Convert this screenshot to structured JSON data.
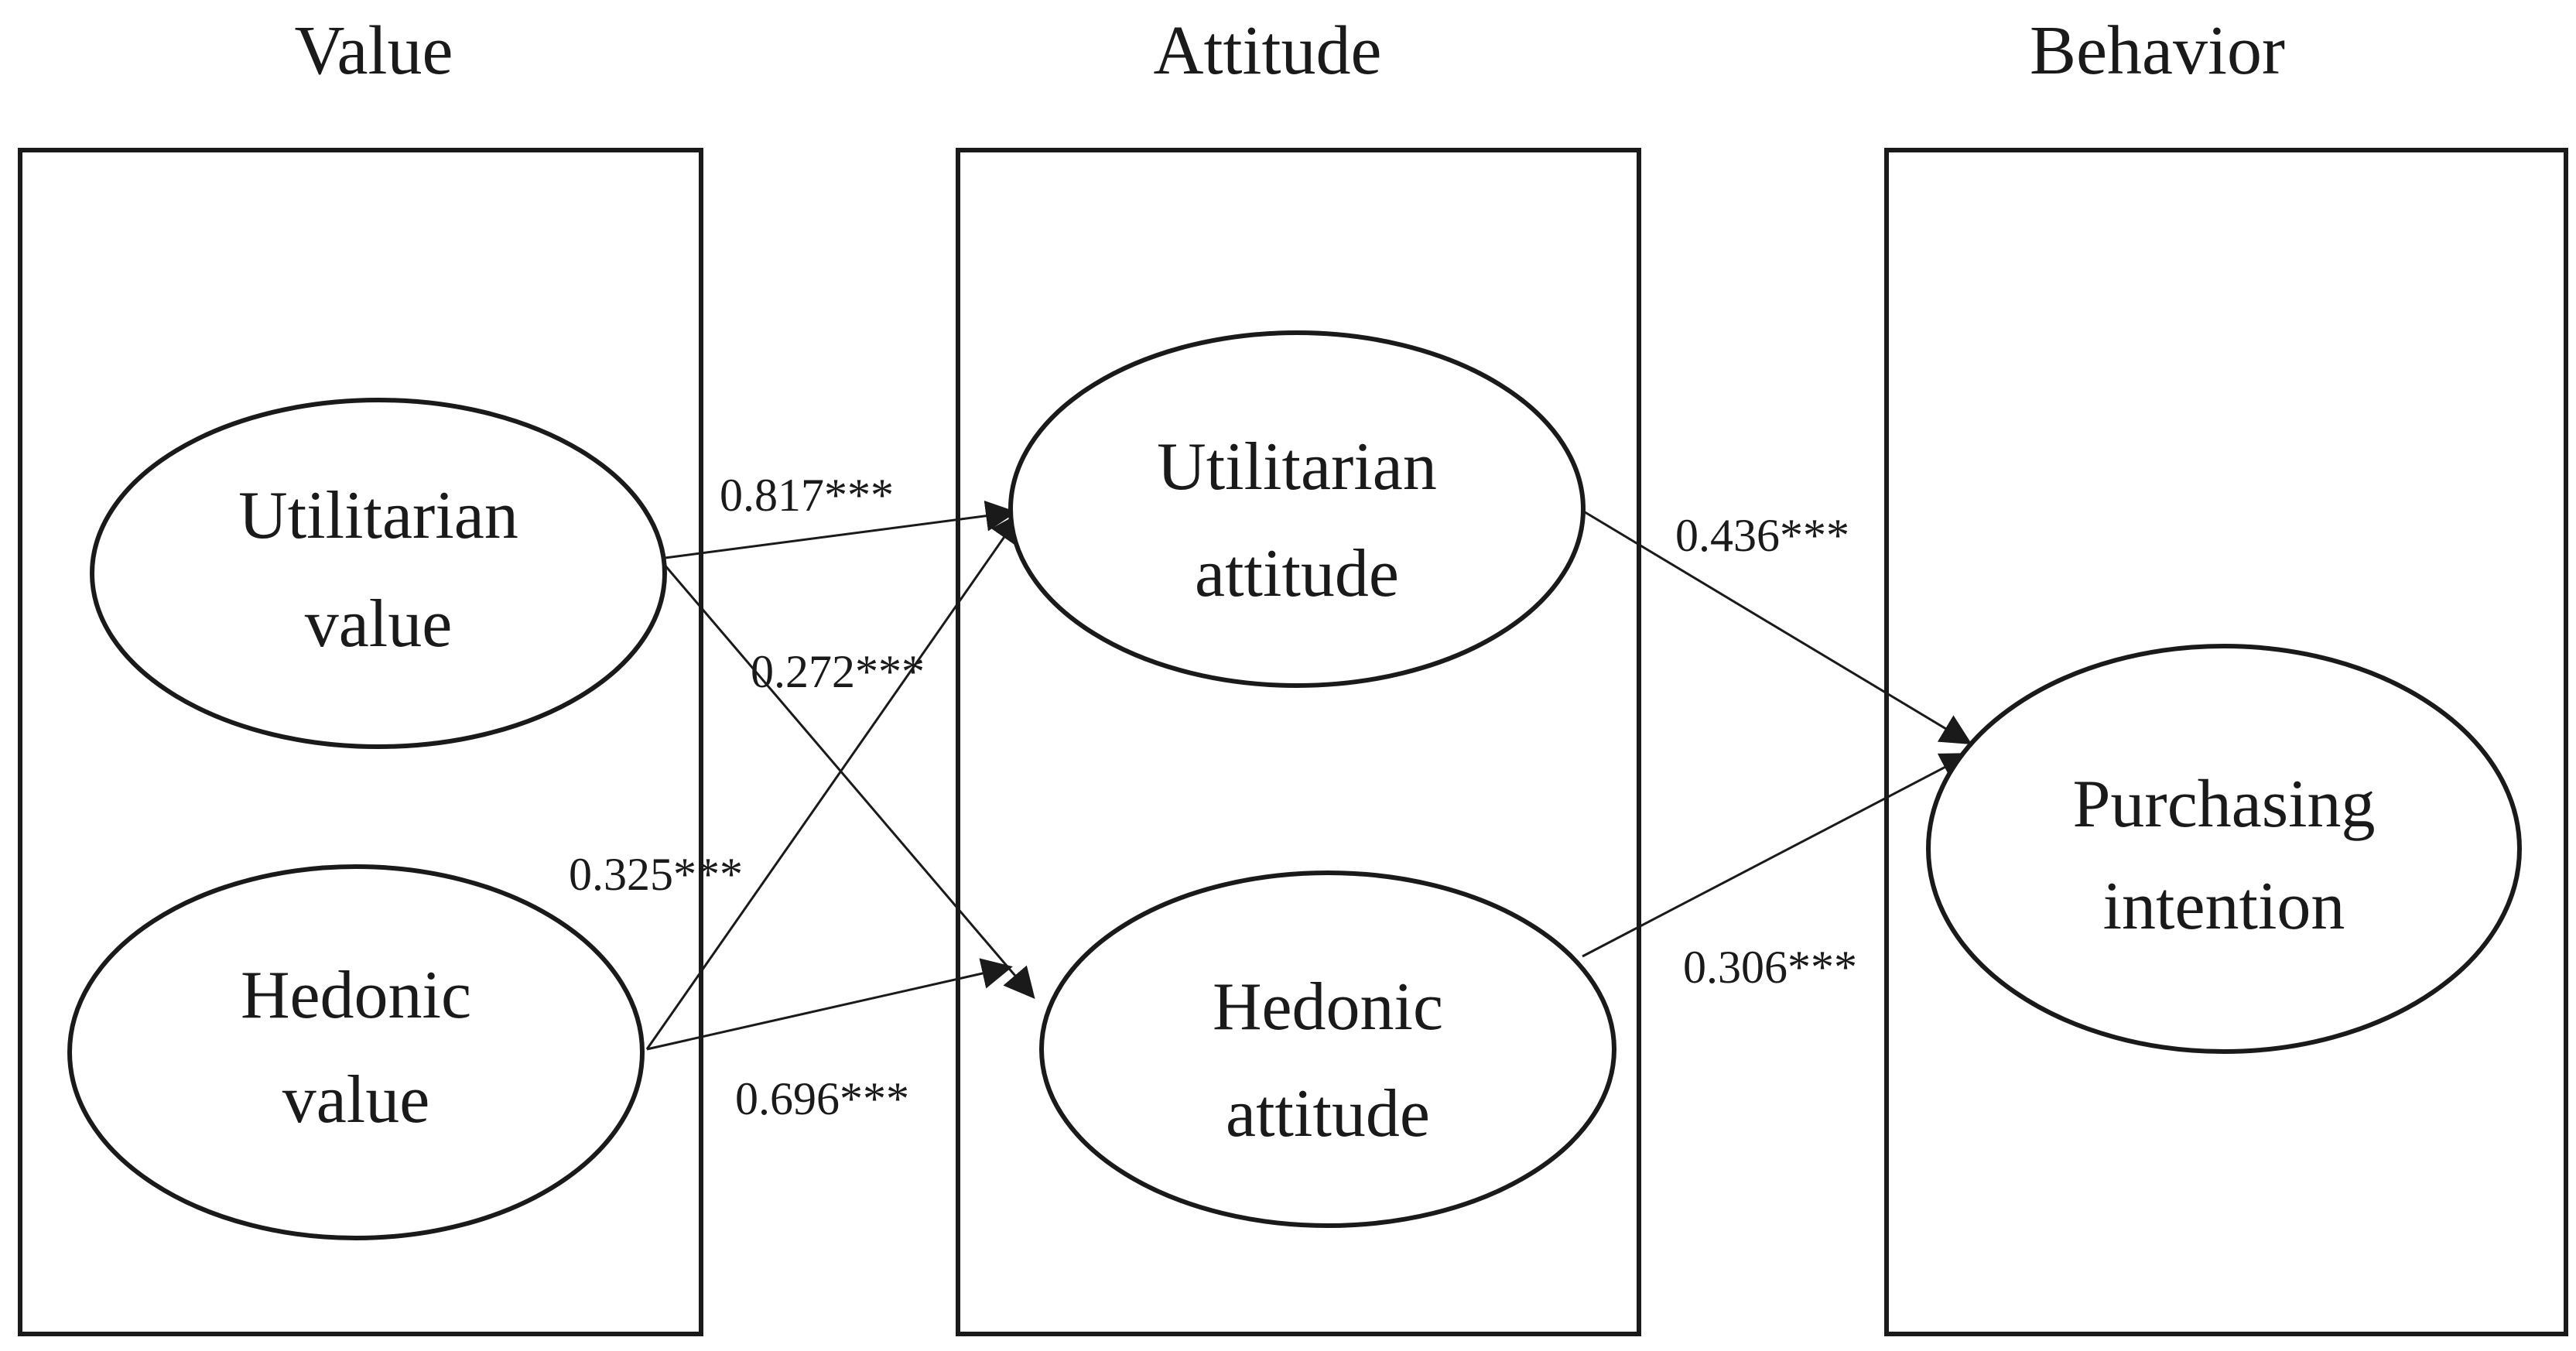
{
  "columns": {
    "value": "Value",
    "attitude": "Attitude",
    "behavior": "Behavior"
  },
  "nodes": {
    "utilitarian_value": [
      "Utilitarian",
      "value"
    ],
    "hedonic_value": [
      "Hedonic",
      "value"
    ],
    "utilitarian_attitude": [
      "Utilitarian",
      "attitude"
    ],
    "hedonic_attitude": [
      "Hedonic",
      "attitude"
    ],
    "purchasing_intention": [
      "Purchasing",
      "intention"
    ]
  },
  "paths": {
    "uv_to_ua": "0.817***",
    "uv_to_ha": "0.272***",
    "hv_to_ua": "0.325***",
    "hv_to_ha": "0.696***",
    "ua_to_pi": "0.436***",
    "ha_to_pi": "0.306***"
  }
}
